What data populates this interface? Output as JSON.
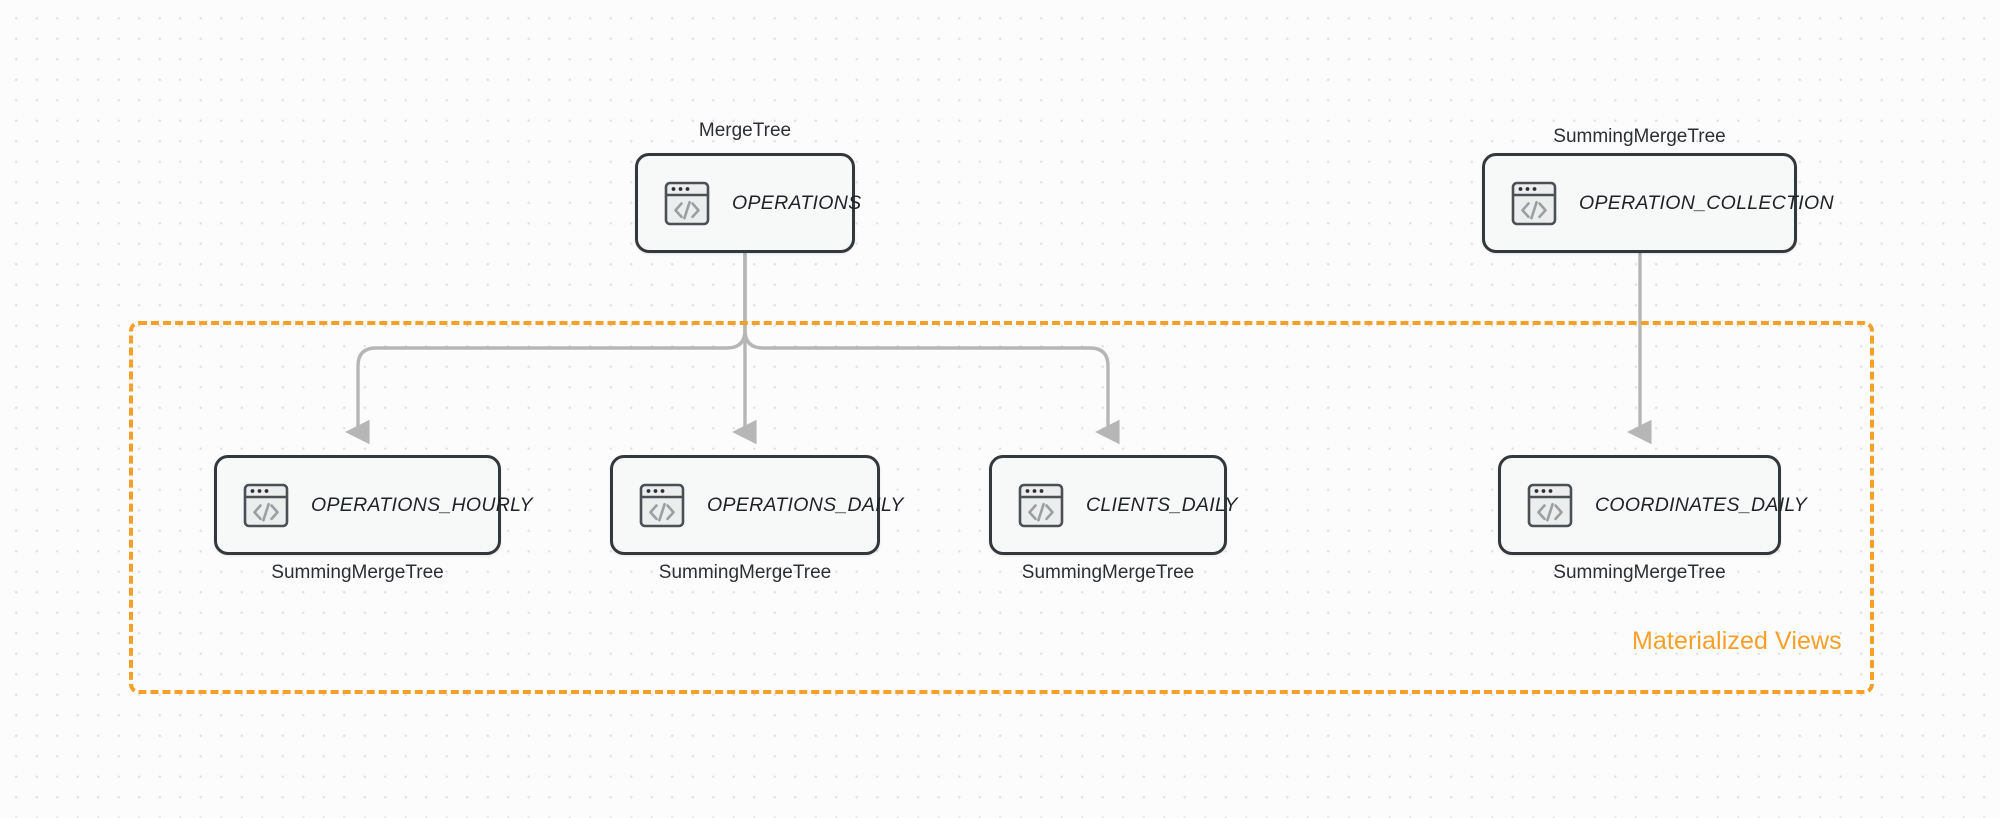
{
  "diagram": {
    "title": "ClickHouse table and materialized view lineage",
    "background_color": "#fcfcfc",
    "accent_color": "#f6a02a",
    "node_border_color": "#33383d",
    "node_fill_color": "#f7f8f8",
    "edge_color": "#b6b6b6"
  },
  "group": {
    "label": "Materialized Views",
    "border_style": "dashed",
    "color": "#f6a02a"
  },
  "nodes": [
    {
      "id": "operations",
      "label": "OPERATIONS",
      "engine": "MergeTree",
      "engine_position": "above",
      "icon": "code-window-icon"
    },
    {
      "id": "operation_collection",
      "label": "OPERATION_COLLECTION",
      "engine": "SummingMergeTree",
      "engine_position": "above",
      "icon": "code-window-icon"
    },
    {
      "id": "operations_hourly",
      "label": "OPERATIONS_HOURLY",
      "engine": "SummingMergeTree",
      "engine_position": "below",
      "icon": "code-window-icon"
    },
    {
      "id": "operations_daily",
      "label": "OPERATIONS_DAILY",
      "engine": "SummingMergeTree",
      "engine_position": "below",
      "icon": "code-window-icon"
    },
    {
      "id": "clients_daily",
      "label": "CLIENTS_DAILY",
      "engine": "SummingMergeTree",
      "engine_position": "below",
      "icon": "code-window-icon"
    },
    {
      "id": "coordinates_daily",
      "label": "COORDINATES_DAILY",
      "engine": "SummingMergeTree",
      "engine_position": "below",
      "icon": "code-window-icon"
    }
  ],
  "edges": [
    {
      "from": "operations",
      "to": "operations_hourly",
      "arrow": "end"
    },
    {
      "from": "operations",
      "to": "operations_daily",
      "arrow": "end"
    },
    {
      "from": "operations",
      "to": "clients_daily",
      "arrow": "end"
    },
    {
      "from": "operation_collection",
      "to": "coordinates_daily",
      "arrow": "end"
    }
  ]
}
